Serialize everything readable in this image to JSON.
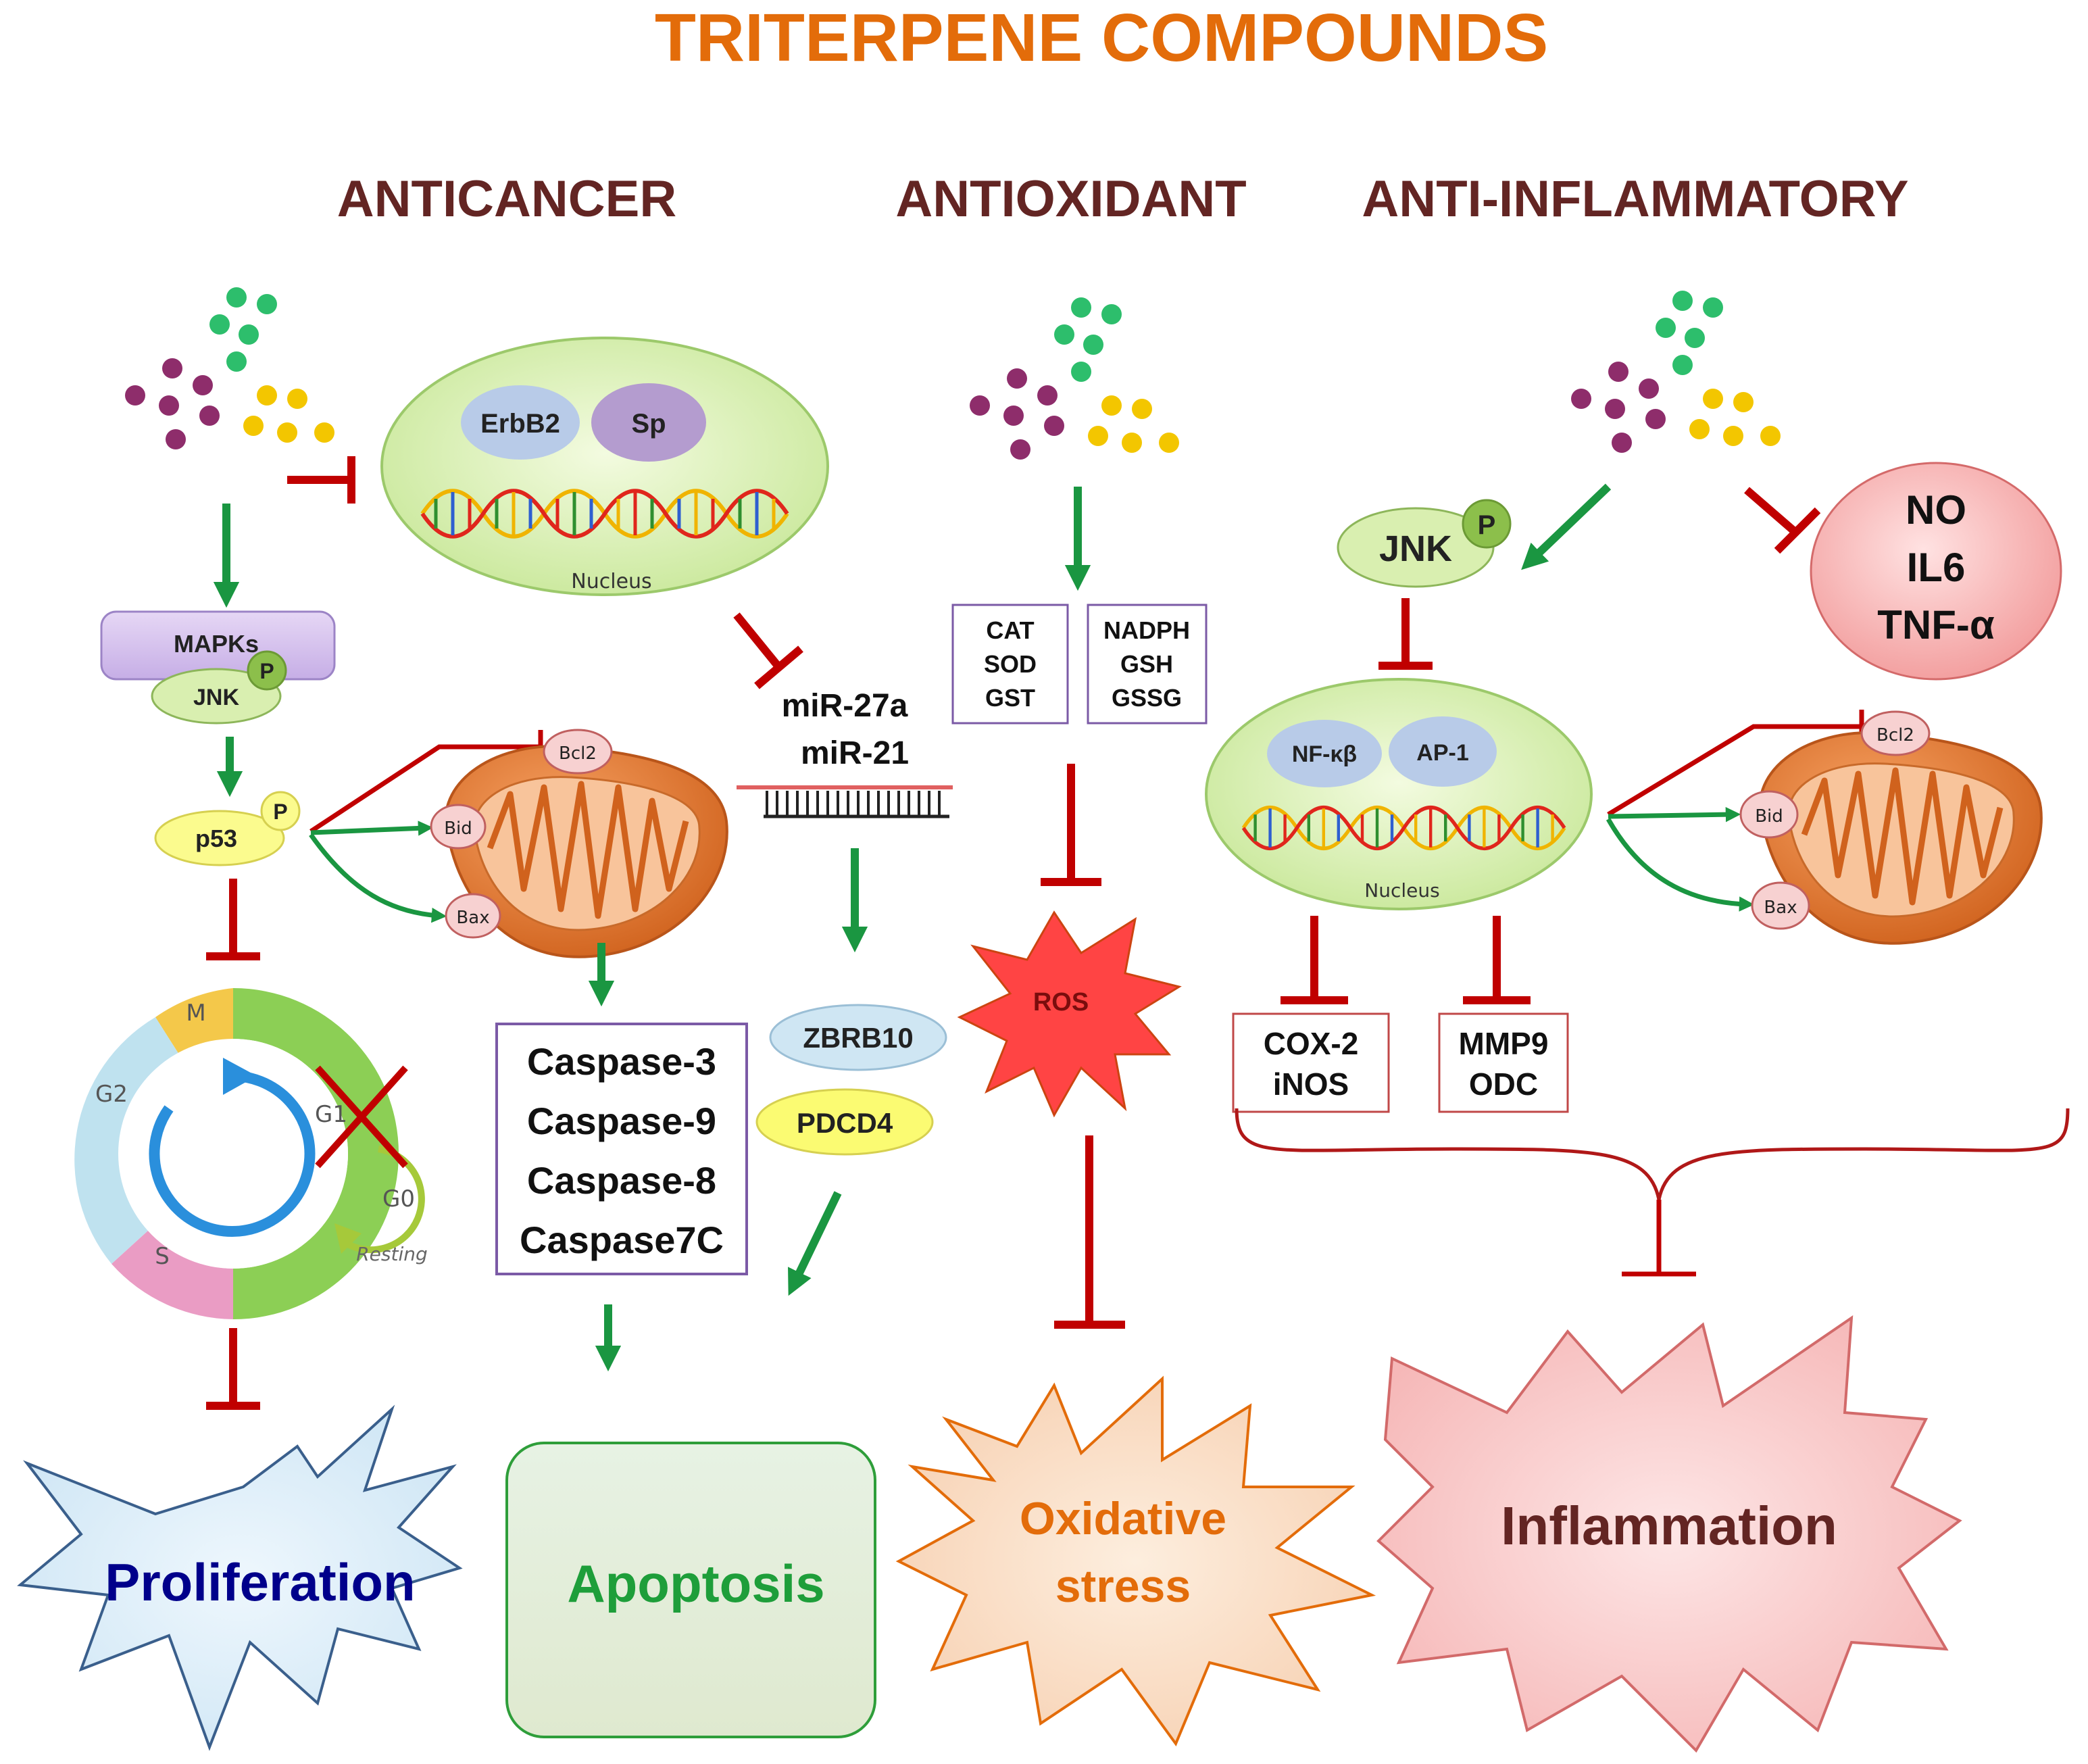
{
  "title": "TRITERPENE COMPOUNDS",
  "columns": {
    "anticancer": "ANTICANCER",
    "antioxidant": "ANTIOXIDANT",
    "antiinflammatory": "ANTI-INFLAMMATORY"
  },
  "nucleus_label": "Nucleus",
  "anticancer": {
    "erbb2": "ErbB2",
    "sp": "Sp",
    "mapks": "MAPKs",
    "jnk": "JNK",
    "p": "P",
    "p53": "p53",
    "bcl2": "Bcl2",
    "bid": "Bid",
    "bax": "Bax",
    "mir27a": "miR-27a",
    "mir21": "miR-21",
    "caspases": [
      "Caspase-3",
      "Caspase-9",
      "Caspase-8",
      "Caspase7C"
    ],
    "zbrb10": "ZBRB10",
    "pdcd4": "PDCD4",
    "cell_cycle": {
      "m": "M",
      "g1": "G1",
      "g2": "G2",
      "s": "S",
      "g0": "G0",
      "resting": "Resting"
    }
  },
  "antioxidant": {
    "enzymes_left": [
      "CAT",
      "SOD",
      "GST"
    ],
    "enzymes_right": [
      "NADPH",
      "GSH",
      "GSSG"
    ],
    "ros": "ROS"
  },
  "antiinflammatory": {
    "jnk": "JNK",
    "p": "P",
    "mediators": [
      "NO",
      "IL6",
      "TNF-α"
    ],
    "nfkb": "NF-κβ",
    "ap1": "AP-1",
    "box1": [
      "COX-2",
      "iNOS"
    ],
    "box2": [
      "MMP9",
      "ODC"
    ],
    "bcl2": "Bcl2",
    "bid": "Bid",
    "bax": "Bax"
  },
  "outcomes": {
    "proliferation": "Proliferation",
    "apoptosis": "Apoptosis",
    "oxidative1": "Oxidative",
    "oxidative2": "stress",
    "inflammation": "Inflammation"
  },
  "colors": {
    "title": "#E36C0A",
    "heading": "#632523",
    "activate": "#1A9641",
    "inhibit": "#C00000",
    "dot_green": "#2DBE6C",
    "dot_purple": "#8E2D6B",
    "dot_yellow": "#F3C600",
    "proliferation_text": "#00008B",
    "apoptosis_text": "#1E9E3A",
    "oxidative_text": "#E36C0A",
    "inflammation_text": "#632523"
  }
}
